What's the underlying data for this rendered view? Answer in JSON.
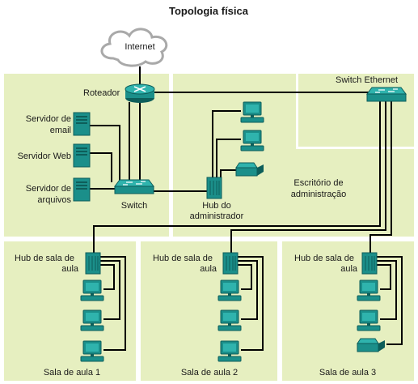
{
  "title": "Topologia física",
  "colors": {
    "zone_fill": "#e6efc0",
    "device_teal": "#1b8f8a",
    "device_dark": "#0d5e5a",
    "cloud_stroke": "#a9a9a9",
    "wire": "#000000"
  },
  "nodes": {
    "internet": "Internet",
    "router": "Roteador",
    "switch_ethernet": "Switch Ethernet",
    "switch": "Switch",
    "server_email_line1": "Servidor de",
    "server_email_line2": "email",
    "server_web": "Servidor Web",
    "server_files_line1": "Servidor de",
    "server_files_line2": "arquivos",
    "admin_hub_line1": "Hub do",
    "admin_hub_line2": "administrador",
    "admin_office_line1": "Escritório de",
    "admin_office_line2": "administração",
    "class_hub_line1": "Hub de sala de",
    "class_hub_line2": "aula",
    "classroom_1": "Sala de aula 1",
    "classroom_2": "Sala de aula 2",
    "classroom_3": "Sala de aula 3"
  },
  "icons": [
    "cloud-icon",
    "router-icon",
    "switch-icon",
    "server-icon",
    "hub-icon",
    "pc-icon",
    "printer-icon"
  ]
}
